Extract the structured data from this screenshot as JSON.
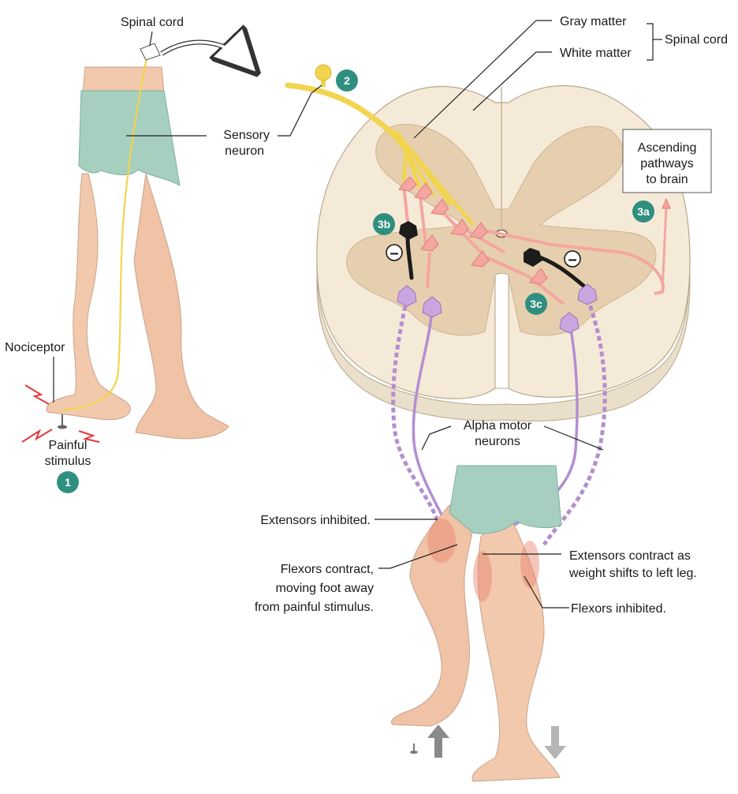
{
  "labels": {
    "spinal_cord_top": "Spinal cord",
    "gray_matter": "Gray matter",
    "white_matter": "White matter",
    "spinal_cord_bracket": "Spinal cord",
    "sensory_neuron_1": "Sensory",
    "sensory_neuron_2": "neuron",
    "ascending_1": "Ascending",
    "ascending_2": "pathways",
    "ascending_3": "to brain",
    "nociceptor": "Nociceptor",
    "painful_1": "Painful",
    "painful_2": "stimulus",
    "alpha_1": "Alpha motor",
    "alpha_2": "neurons",
    "extensors_inhibited": "Extensors inhibited.",
    "flexors_contract_1": "Flexors contract,",
    "flexors_contract_2": "moving foot away",
    "flexors_contract_3": "from painful stimulus.",
    "extensors_contract_1": "Extensors contract as",
    "extensors_contract_2": "weight shifts to left leg.",
    "flexors_inhibited": "Flexors inhibited."
  },
  "badges": {
    "step1": "1",
    "step2": "2",
    "step3a": "3a",
    "step3b": "3b",
    "step3c": "3c"
  },
  "inhibit_symbols": {
    "left": "–",
    "right": "–"
  },
  "colors": {
    "badge_teal": "#2f8f7f",
    "sensory_yellow": "#f2d44e",
    "interneuron_pink": "#f4a6a0",
    "motor_purple": "#b48ed0",
    "inhibitory_black": "#1c1c1c",
    "gray_matter": "#e6cfae",
    "white_matter": "#f5ead8",
    "skin": "#f3c9ad",
    "shorts": "#a6cfc0"
  }
}
